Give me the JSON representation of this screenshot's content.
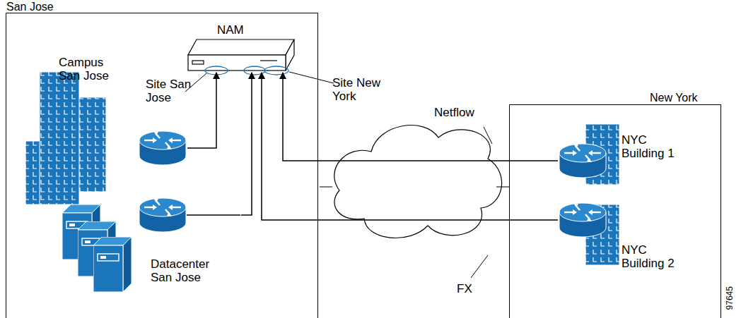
{
  "diagram": {
    "nodes": [
      {
        "text": [
          "San Jose"
        ]
      },
      {
        "text": [
          "Campus San Jose"
        ],
        "in": 0
      },
      {
        "text": [
          "NAM"
        ],
        "in": 0
      },
      {
        "text": [
          "Datacenter San Jose"
        ],
        "in": 0
      },
      {
        "text": [
          "New York"
        ]
      },
      {
        "text": [
          "NYC Building 1"
        ],
        "in": 4
      },
      {
        "text": [
          "NYC Building 2"
        ],
        "in": 4
      }
    ],
    "edges": [
      {
        "from": 1,
        "to": 2,
        "arrow": "to"
      },
      {
        "from": 3,
        "to": 2,
        "arrow": "to"
      },
      {
        "from": 5,
        "to": 2,
        "label": "Netflow",
        "arrow": "to"
      },
      {
        "from": 6,
        "to": 2,
        "label": "FX",
        "arrow": "to"
      }
    ],
    "labels": [
      "Site San Jose",
      "Site New York",
      "97645"
    ]
  }
}
